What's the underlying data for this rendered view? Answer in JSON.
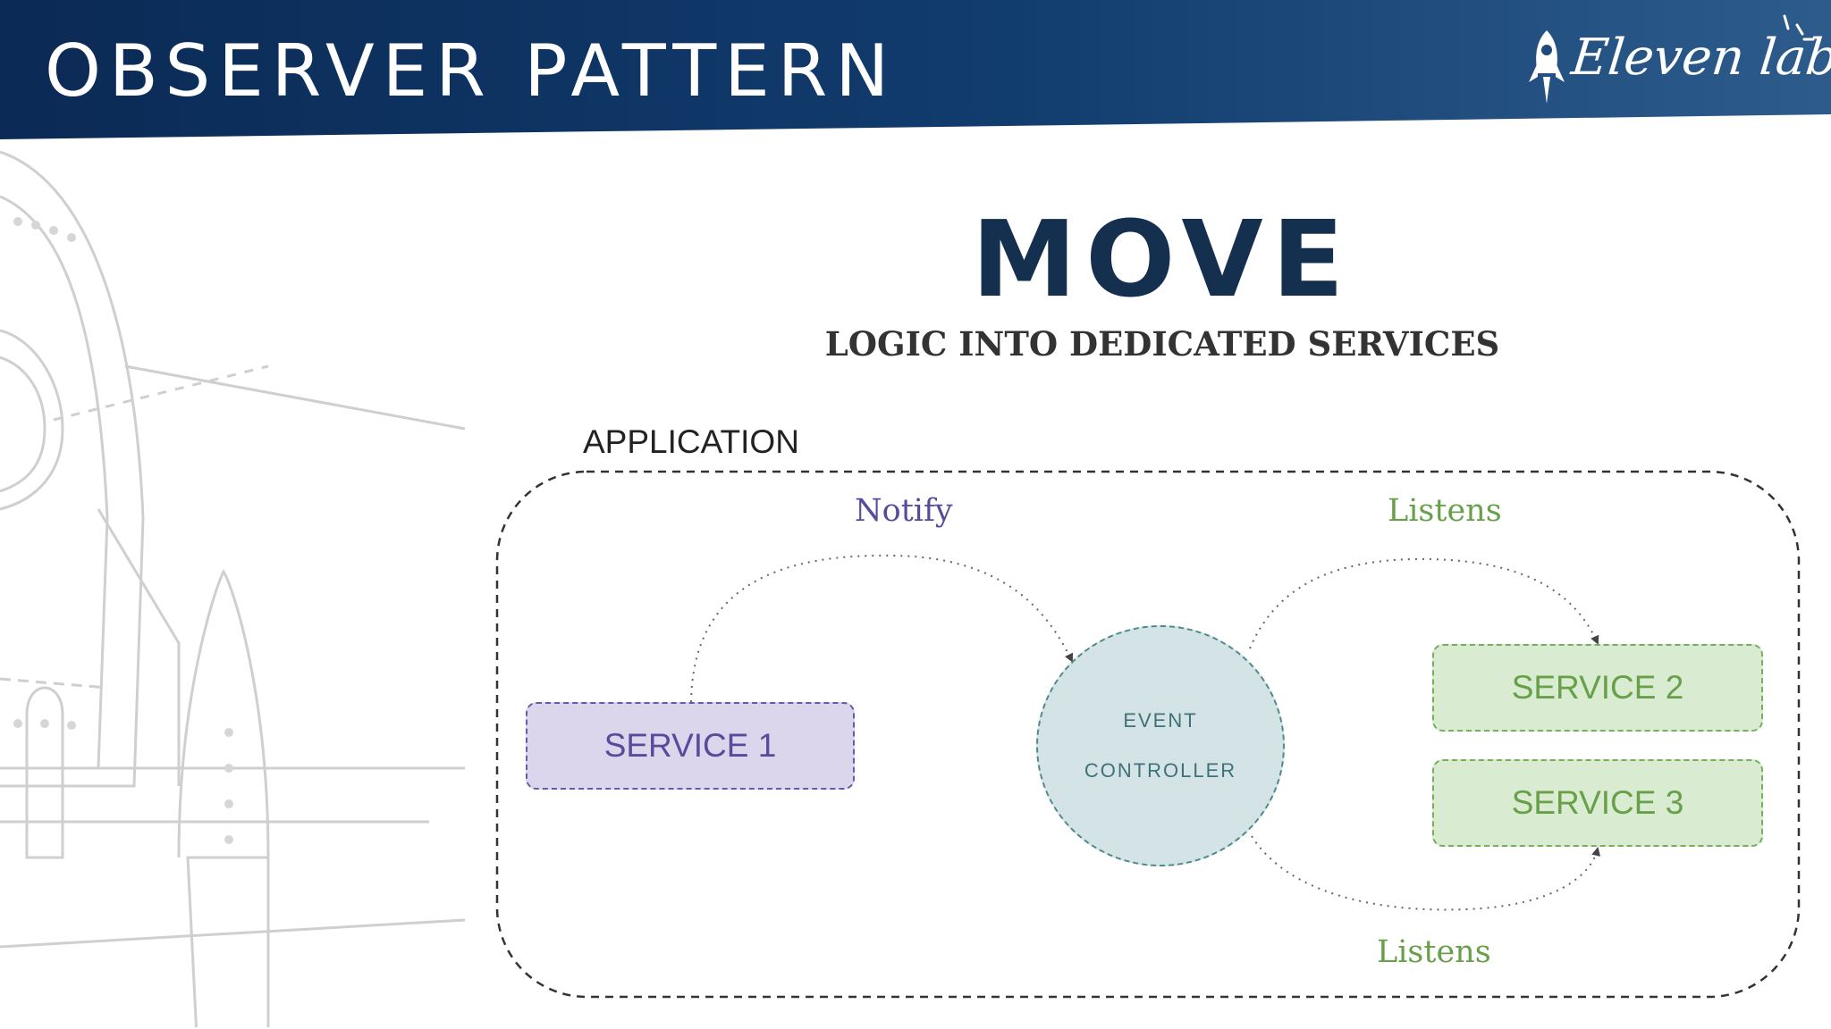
{
  "header": {
    "title": "OBSERVER PATTERN",
    "logo_text": "Eleven labs",
    "colors": {
      "dark": "#0b2d5a",
      "light": "#2c5a8a"
    }
  },
  "slide": {
    "heading": "MOVE",
    "subheading": "LOGIC INTO DEDICATED SERVICES"
  },
  "diagram": {
    "container_label": "APPLICATION",
    "nodes": {
      "service1": "SERVICE 1",
      "service2": "SERVICE 2",
      "service3": "SERVICE 3",
      "controller_line1": "EVENT",
      "controller_line2": "CONTROLLER"
    },
    "edges": {
      "notify": "Notify",
      "listens_top": "Listens",
      "listens_bottom": "Listens"
    },
    "colors": {
      "purple": "#5a4a9c",
      "green": "#67a049",
      "teal": "#3f7277"
    }
  }
}
